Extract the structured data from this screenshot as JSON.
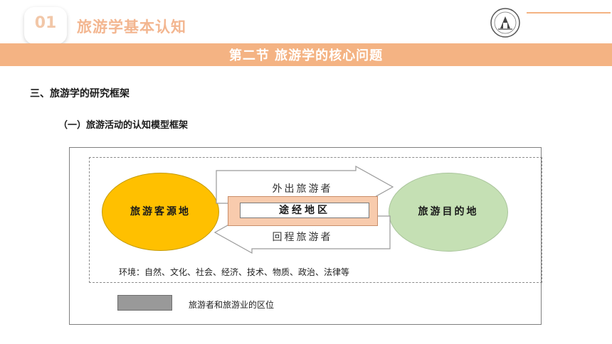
{
  "header": {
    "chapter_number": "01",
    "chapter_title": "旅游学基本认知",
    "section_banner": "第二节  旅游学的核心问题"
  },
  "content": {
    "heading_3": "三、旅游学的研究框架",
    "heading_4": "（一）旅游活动的认知模型框架"
  },
  "diagram": {
    "origin_region": "旅游客源地",
    "destination_region": "旅游目的地",
    "outbound_travelers": "外出旅游者",
    "return_travelers": "回程旅游者",
    "transit_region": "途经地区",
    "environment": "环境：自然、文化、社会、经济、技术、物质、政治、法律等",
    "legend_label": "旅游者和旅游业的区位"
  },
  "colors": {
    "accent": "#f4b383",
    "origin_fill": "#ffc000",
    "destination_fill": "#c5e0b4",
    "transit_fill": "#f8cbad",
    "legend_fill": "#999999"
  },
  "icons": {
    "logo": "university-seal-icon"
  }
}
